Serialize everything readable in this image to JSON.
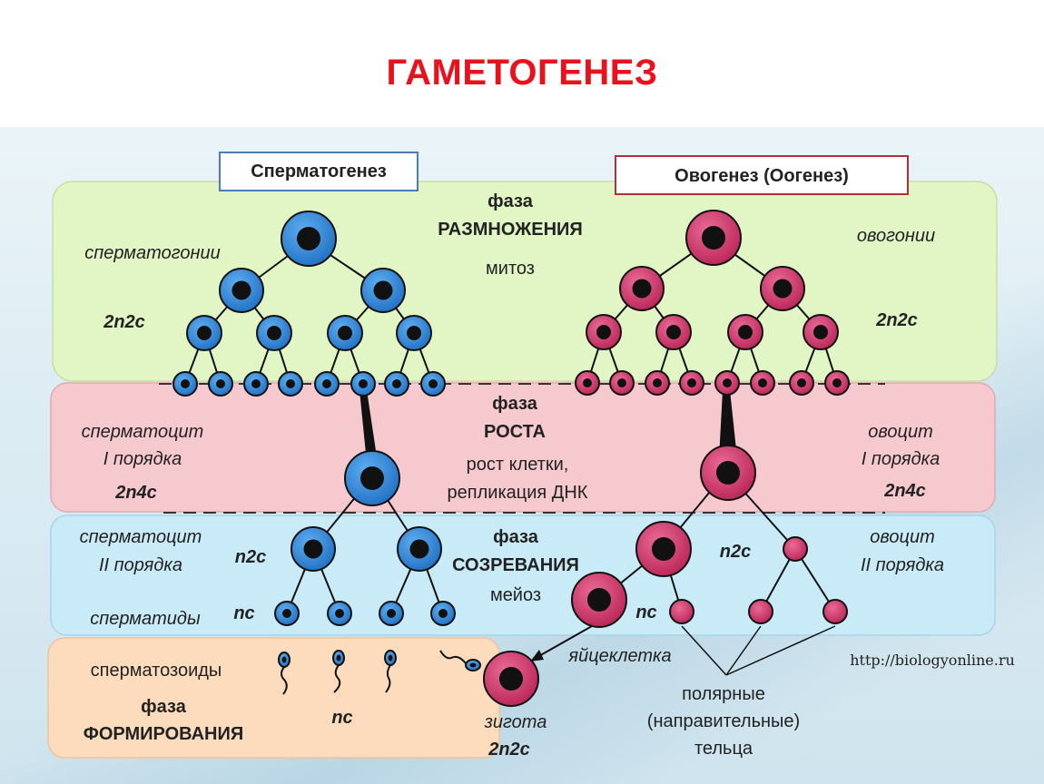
{
  "title": "ГАМЕТОГЕНЕЗ",
  "header_left": "Сперматогенез",
  "header_right": "Овогенез (Оогенез)",
  "phase1": {
    "word": "фаза",
    "name": "РАЗМНОЖЕНИЯ",
    "process": "митоз",
    "left_label": "сперматогонии",
    "left_ploidy": "2n2c",
    "right_label": "овогонии",
    "right_ploidy": "2n2c"
  },
  "phase2": {
    "word": "фаза",
    "name": "РОСТА",
    "process_line1": "рост клетки,",
    "process_line2": "репликация ДНК",
    "left_label_line1": "сперматоцит",
    "left_label_line2": "I порядка",
    "left_ploidy": "2n4c",
    "right_label_line1": "овоцит",
    "right_label_line2": "I порядка",
    "right_ploidy": "2n4c"
  },
  "phase3": {
    "word": "фаза",
    "name": "СОЗРЕВАНИЯ",
    "process": "мейоз",
    "left_label_line1": "сперматоцит",
    "left_label_line2": "II порядка",
    "left_ploidy_a": "n2c",
    "left_label_b": "сперматиды",
    "left_ploidy_b": "nc",
    "right_label_line1": "овоцит",
    "right_label_line2": "II порядка",
    "right_ploidy_a": "n2c",
    "right_ploidy_b": "nc"
  },
  "phase4": {
    "sperm_label": "сперматозоиды",
    "word": "фаза",
    "name": "ФОРМИРОВАНИЯ",
    "ploidy": "nc",
    "zygote_label": "зигота",
    "zygote_ploidy": "2n2c",
    "egg_label": "яйцеклетка",
    "polar_line1": "полярные",
    "polar_line2": "(направительные)",
    "polar_line3": "тельца",
    "source": "http://biologyonline.ru"
  },
  "colors": {
    "title": "#e8121c",
    "blue_cell": "#2f86d8",
    "pink_cell": "#d23b6e",
    "phase1_bg": "#e2f5c4",
    "phase2_bg": "#f6c9cf",
    "phase3_bg": "#c9ebf7",
    "phase4_bg": "#fcdcbc"
  }
}
